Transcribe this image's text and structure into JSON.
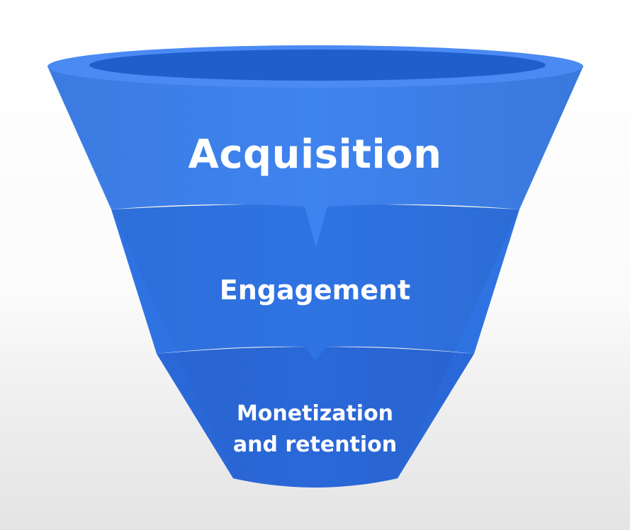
{
  "funnel": {
    "colors": {
      "rim_outer": "#4a8af2",
      "rim_inner": "#1f5fcc",
      "stage_1": "#3f83ef",
      "stage_2": "#2f73e3",
      "stage_3": "#2a68d8"
    },
    "stages": [
      {
        "label": "Acquisition"
      },
      {
        "label": "Engagement"
      },
      {
        "label": "Monetization\nand retention"
      }
    ]
  }
}
